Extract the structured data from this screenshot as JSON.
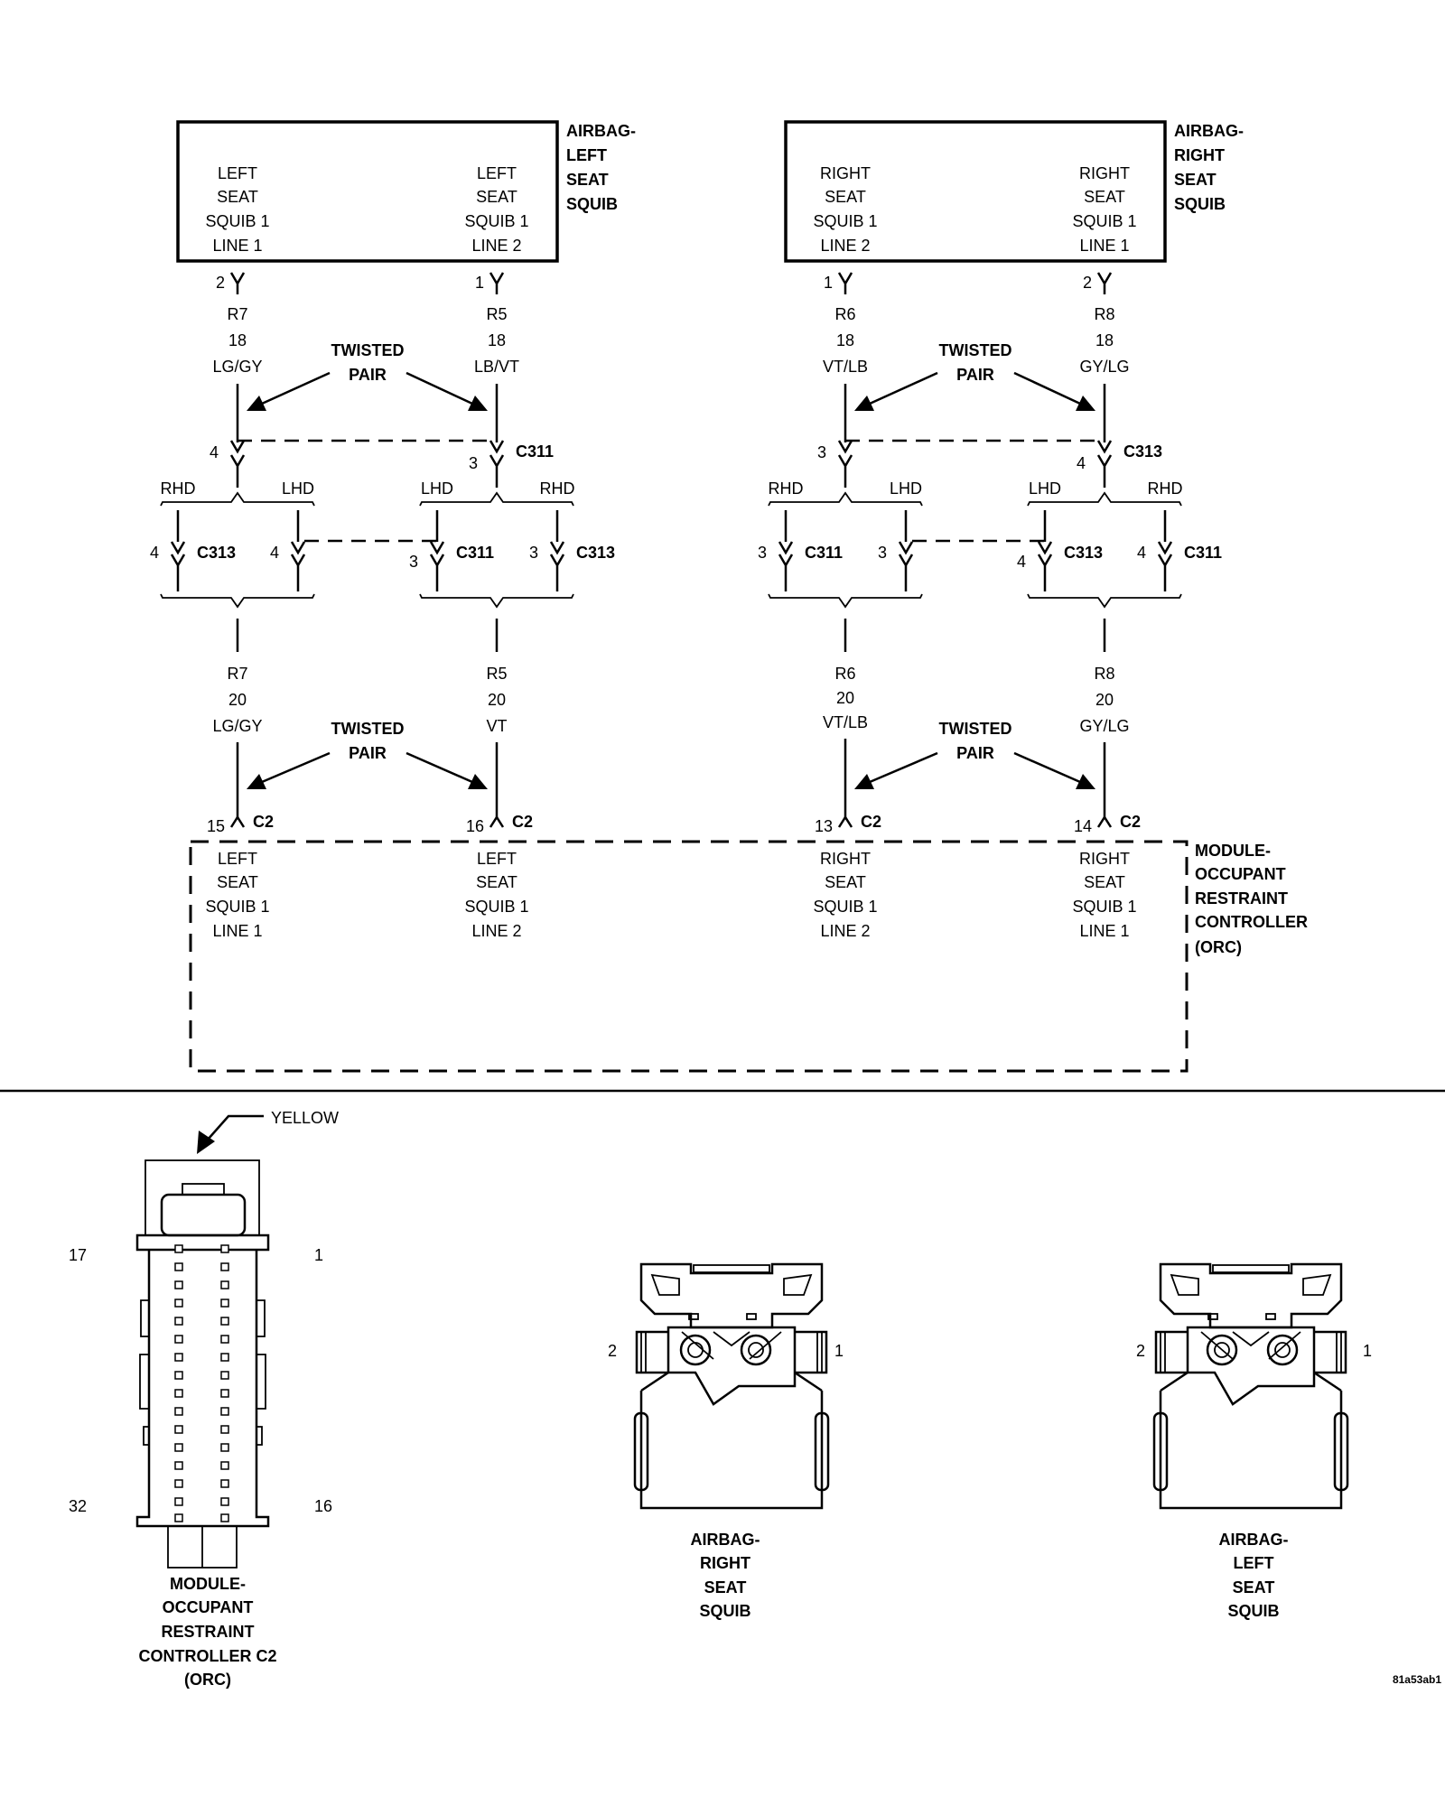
{
  "left_squib": {
    "title": [
      "AIRBAG-",
      "LEFT",
      "SEAT",
      "SQUIB"
    ],
    "line1": [
      "LEFT",
      "SEAT",
      "SQUIB 1",
      "LINE 1"
    ],
    "line2": [
      "LEFT",
      "SEAT",
      "SQUIB 1",
      "LINE 2"
    ],
    "pin_a": "2",
    "pin_b": "1"
  },
  "right_squib": {
    "title": [
      "AIRBAG-",
      "RIGHT",
      "SEAT",
      "SQUIB"
    ],
    "line2": [
      "RIGHT",
      "SEAT",
      "SQUIB 1",
      "LINE 2"
    ],
    "line1": [
      "RIGHT",
      "SEAT",
      "SQUIB 1",
      "LINE 1"
    ],
    "pin_a": "1",
    "pin_b": "2"
  },
  "wires_upper": [
    {
      "circuit": "R7",
      "gauge": "18",
      "color": "LG/GY"
    },
    {
      "circuit": "R5",
      "gauge": "18",
      "color": "LB/VT"
    },
    {
      "circuit": "R6",
      "gauge": "18",
      "color": "VT/LB"
    },
    {
      "circuit": "R8",
      "gauge": "18",
      "color": "GY/LG"
    }
  ],
  "wires_lower": [
    {
      "circuit": "R7",
      "gauge": "20",
      "color": "LG/GY"
    },
    {
      "circuit": "R5",
      "gauge": "20",
      "color": "VT"
    },
    {
      "circuit": "R6",
      "gauge": "20",
      "color": "VT/LB"
    },
    {
      "circuit": "R8",
      "gauge": "20",
      "color": "GY/LG"
    }
  ],
  "twisted_pair": [
    "TWISTED",
    "PAIR"
  ],
  "top_connectors": {
    "left_pin_a": "4",
    "left_pin_b": "3",
    "left_name": "C311",
    "right_pin_a": "3",
    "right_pin_b": "4",
    "right_name": "C313"
  },
  "branches": {
    "rhd": "RHD",
    "lhd": "LHD",
    "pins": [
      "4",
      "4",
      "3",
      "3",
      "3",
      "3",
      "4",
      "4"
    ],
    "names": [
      "C313",
      "C311",
      "C313",
      "C311",
      "C313",
      "C311"
    ]
  },
  "orc_pins": [
    {
      "pin": "15",
      "conn": "C2"
    },
    {
      "pin": "16",
      "conn": "C2"
    },
    {
      "pin": "13",
      "conn": "C2"
    },
    {
      "pin": "14",
      "conn": "C2"
    }
  ],
  "orc": {
    "title": [
      "MODULE-",
      "OCCUPANT",
      "RESTRAINT",
      "CONTROLLER",
      "(ORC)"
    ],
    "labels": [
      [
        "LEFT",
        "SEAT",
        "SQUIB 1",
        "LINE 1"
      ],
      [
        "LEFT",
        "SEAT",
        "SQUIB 1",
        "LINE 2"
      ],
      [
        "RIGHT",
        "SEAT",
        "SQUIB 1",
        "LINE 2"
      ],
      [
        "RIGHT",
        "SEAT",
        "SQUIB 1",
        "LINE 1"
      ]
    ]
  },
  "connector_views": {
    "yellow": "YELLOW",
    "orc_pins": {
      "tl": "17",
      "tr": "1",
      "bl": "32",
      "br": "16"
    },
    "orc_caption": [
      "MODULE-",
      "OCCUPANT",
      "RESTRAINT",
      "CONTROLLER C2",
      "(ORC)"
    ],
    "right_squib_caption": [
      "AIRBAG-",
      "RIGHT",
      "SEAT",
      "SQUIB"
    ],
    "left_squib_caption": [
      "AIRBAG-",
      "LEFT",
      "SEAT",
      "SQUIB"
    ],
    "squib_pin_left": "2",
    "squib_pin_right": "1"
  },
  "figure_id": "81a53ab1"
}
